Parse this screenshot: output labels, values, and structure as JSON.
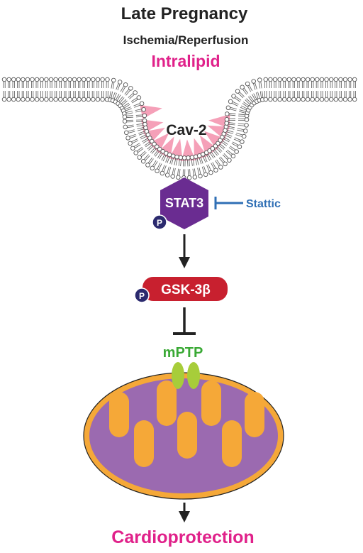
{
  "title": "Late Pregnancy",
  "subtitle": "Ischemia/Reperfusion",
  "treatment": "Intralipid",
  "caveolin_label": "Cav-2",
  "stat3_label": "STAT3",
  "inhibitor_label": "Stattic",
  "phospho_label": "P",
  "gsk_label": "GSK-3β",
  "mptp_label": "mPTP",
  "outcome": "Cardioprotection",
  "colors": {
    "magenta": "#e0218a",
    "stat3": "#6a2c91",
    "gsk": "#c8202f",
    "stattic": "#2f6fb5",
    "phospho": "#2b2a6e",
    "mptp_text": "#3aa935",
    "mptp_pore": "#a7cd3a",
    "mito_outer": "#f5a838",
    "mito_inner": "#9b6ab0",
    "spike": "#f5a0b8",
    "membrane": "#555555"
  }
}
